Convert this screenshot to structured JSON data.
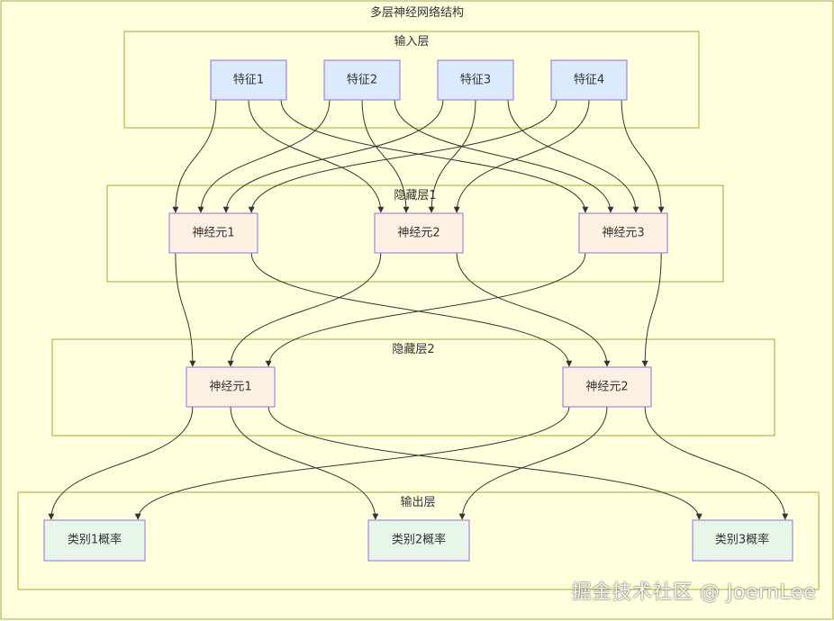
{
  "title": "多层神经网络结构",
  "clusters": {
    "input": {
      "label": "输入层"
    },
    "hidden1": {
      "label": "隐藏层1"
    },
    "hidden2": {
      "label": "隐藏层2"
    },
    "output": {
      "label": "输出层"
    }
  },
  "nodes": {
    "f1": "特征1",
    "f2": "特征2",
    "f3": "特征3",
    "f4": "特征4",
    "h1n1": "神经元1",
    "h1n2": "神经元2",
    "h1n3": "神经元3",
    "h2n1": "神经元1",
    "h2n2": "神经元2",
    "o1": "类别1概率",
    "o2": "类别2概率",
    "o3": "类别3概率"
  },
  "edges": [
    [
      "f1",
      "h1n1"
    ],
    [
      "f1",
      "h1n2"
    ],
    [
      "f1",
      "h1n3"
    ],
    [
      "f2",
      "h1n1"
    ],
    [
      "f2",
      "h1n2"
    ],
    [
      "f2",
      "h1n3"
    ],
    [
      "f3",
      "h1n1"
    ],
    [
      "f3",
      "h1n2"
    ],
    [
      "f3",
      "h1n3"
    ],
    [
      "f4",
      "h1n1"
    ],
    [
      "f4",
      "h1n2"
    ],
    [
      "f4",
      "h1n3"
    ],
    [
      "h1n1",
      "h2n1"
    ],
    [
      "h1n1",
      "h2n2"
    ],
    [
      "h1n2",
      "h2n1"
    ],
    [
      "h1n2",
      "h2n2"
    ],
    [
      "h1n3",
      "h2n1"
    ],
    [
      "h1n3",
      "h2n2"
    ],
    [
      "h2n1",
      "o1"
    ],
    [
      "h2n1",
      "o2"
    ],
    [
      "h2n1",
      "o3"
    ],
    [
      "h2n2",
      "o1"
    ],
    [
      "h2n2",
      "o2"
    ],
    [
      "h2n2",
      "o3"
    ]
  ],
  "watermark": "掘金技术社区 @ JoernLee",
  "colors": {
    "cluster_fill": "#ffffde",
    "cluster_stroke": "#aaaa33",
    "input_fill": "#dbeafe",
    "hidden_fill": "#fdf0e2",
    "output_fill": "#e8f5e9",
    "node_stroke": "#9370db"
  }
}
